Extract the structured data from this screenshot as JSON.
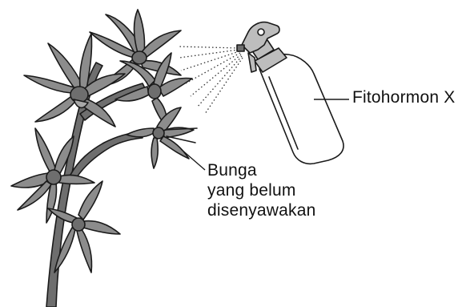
{
  "labels": {
    "spray_substance": "Fitohormon X",
    "flower_lines": [
      "Bunga",
      "yang belum",
      "disenyawakan"
    ]
  },
  "colors": {
    "petal_fill": "#8c8c8c",
    "petal_light": "#a8a8a8",
    "stem_fill": "#6e6e6e",
    "outline": "#1a1a1a",
    "bottle_fill": "#ffffff",
    "cap_fill": "#bdbdbd",
    "spray_dots": "#333333"
  },
  "icons": {
    "plant": "orchid-plant-icon",
    "bottle": "spray-bottle-icon"
  }
}
